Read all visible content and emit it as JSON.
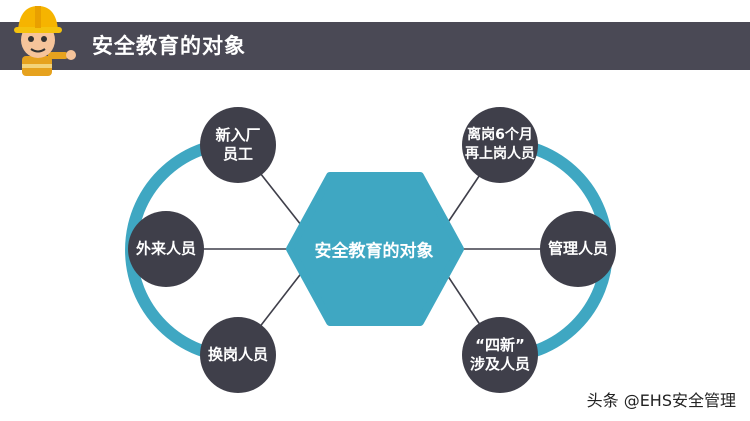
{
  "header": {
    "title": "安全教育的对象"
  },
  "colors": {
    "node": "#3f3f4a",
    "accent": "#3fa7c2",
    "header": "#4a4955"
  },
  "center": {
    "label": "安全教育的对象"
  },
  "nodes": {
    "left_top": "新入厂\n员工",
    "left_mid": "外来人员",
    "left_bottom": "换岗人员",
    "right_top": "离岗6个月\n再上岗人员",
    "right_mid": "管理人员",
    "right_bottom": "“四新”\n涉及人员"
  },
  "watermark": "头条 @EHS安全管理",
  "mascot": {
    "icon": "worker-helmet-icon"
  }
}
